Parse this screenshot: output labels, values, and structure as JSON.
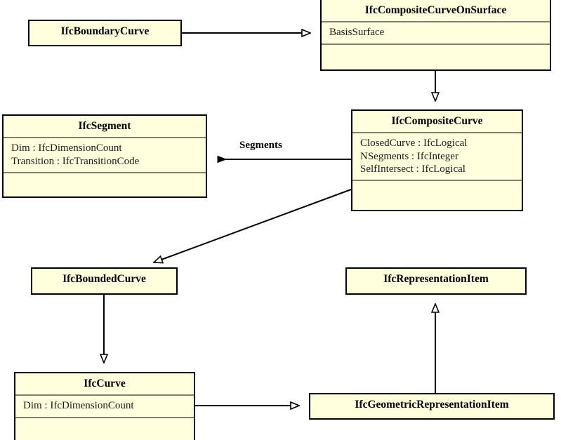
{
  "diagram": {
    "title": "IfcCompositeCurve class diagram",
    "background_color": "#ffffff",
    "class_fill_color": "#ffffdd",
    "class_border_color": "#000000",
    "separator_color": "#80806a",
    "line_color": "#000000"
  },
  "classes": [
    {
      "id": "ifc-boundary-curve",
      "name": "IfcBoundaryCurve",
      "attributes": [],
      "compartments": 1
    },
    {
      "id": "ifc-composite-curve-on-surface",
      "name": "IfcCompositeCurveOnSurface",
      "attributes": [
        "BasisSurface"
      ],
      "compartments": 3
    },
    {
      "id": "ifc-segment",
      "name": "IfcSegment",
      "attributes": [
        "Dim : IfcDimensionCount",
        "Transition : IfcTransitionCode"
      ],
      "compartments": 3
    },
    {
      "id": "ifc-composite-curve",
      "name": "IfcCompositeCurve",
      "attributes": [
        "ClosedCurve : IfcLogical",
        "NSegments : IfcInteger",
        "SelfIntersect : IfcLogical"
      ],
      "compartments": 3
    },
    {
      "id": "ifc-bounded-curve",
      "name": "IfcBoundedCurve",
      "attributes": [],
      "compartments": 1
    },
    {
      "id": "ifc-representation-item",
      "name": "IfcRepresentationItem",
      "attributes": [],
      "compartments": 1
    },
    {
      "id": "ifc-curve",
      "name": "IfcCurve",
      "attributes": [
        "Dim : IfcDimensionCount"
      ],
      "compartments": 3
    },
    {
      "id": "ifc-geometric-representation-item",
      "name": "IfcGeometricRepresentationItem",
      "attributes": [],
      "compartments": 1
    }
  ],
  "edges": [
    {
      "id": "edge-boundary-to-composite-on-surface",
      "from": "IfcBoundaryCurve",
      "to": "IfcCompositeCurveOnSurface",
      "type": "generalization",
      "arrow": "hollow-triangle",
      "label": ""
    },
    {
      "id": "edge-composite-on-surface-to-composite",
      "from": "IfcCompositeCurveOnSurface",
      "to": "IfcCompositeCurve",
      "type": "generalization",
      "arrow": "hollow-triangle",
      "label": ""
    },
    {
      "id": "edge-composite-to-segment",
      "from": "IfcCompositeCurve",
      "to": "IfcSegment",
      "type": "association",
      "arrow": "solid-arrow",
      "label": "Segments"
    },
    {
      "id": "edge-composite-to-bounded",
      "from": "IfcCompositeCurve",
      "to": "IfcBoundedCurve",
      "type": "generalization",
      "arrow": "hollow-triangle",
      "label": ""
    },
    {
      "id": "edge-bounded-to-curve",
      "from": "IfcBoundedCurve",
      "to": "IfcCurve",
      "type": "generalization",
      "arrow": "hollow-triangle",
      "label": ""
    },
    {
      "id": "edge-curve-to-geometric-item",
      "from": "IfcCurve",
      "to": "IfcGeometricRepresentationItem",
      "type": "generalization",
      "arrow": "hollow-triangle",
      "label": ""
    },
    {
      "id": "edge-geometric-item-to-representation-item",
      "from": "IfcGeometricRepresentationItem",
      "to": "IfcRepresentationItem",
      "type": "generalization",
      "arrow": "hollow-triangle",
      "label": ""
    }
  ],
  "labels": {
    "segments": "Segments"
  }
}
